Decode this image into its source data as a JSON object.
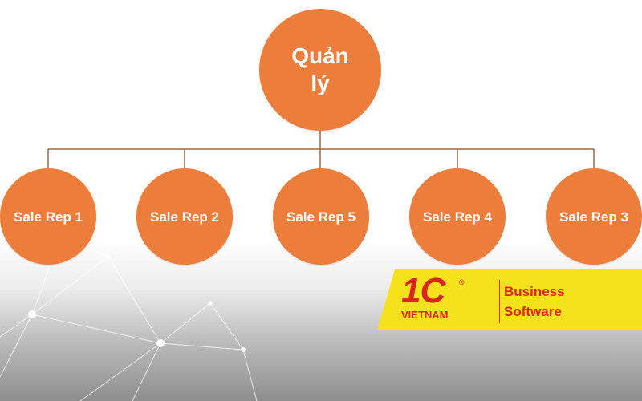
{
  "diagram": {
    "manager": {
      "label": "Quản lý"
    },
    "reps": [
      {
        "label": "Sale Rep 1"
      },
      {
        "label": "Sale Rep 2"
      },
      {
        "label": "Sale Rep 5"
      },
      {
        "label": "Sale Rep 4"
      },
      {
        "label": "Sale Rep 3"
      }
    ]
  },
  "logo": {
    "mark": "1C",
    "registered": "®",
    "country": "VIETNAM",
    "line1": "Business",
    "line2": "Software"
  },
  "colors": {
    "node": "#ec7d3b",
    "connector": "#9a6a40",
    "banner": "#f5e11c",
    "brand": "#d9261c"
  }
}
